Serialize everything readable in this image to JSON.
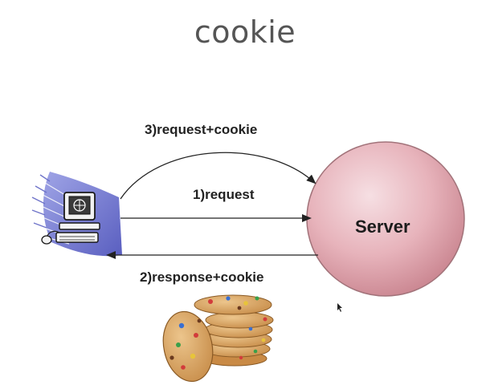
{
  "title": "cookie",
  "server": {
    "label": "Server"
  },
  "arrows": {
    "request_cookie": "3)request+cookie",
    "request": "1)request",
    "response_cookie": "2)response+cookie"
  },
  "icons": {
    "client": "computer-icon",
    "cookies": "cookie-stack-image"
  },
  "colors": {
    "server_fill": "#e3a9b2",
    "server_stroke": "#a2737a",
    "client_swoosh": "#6f74c9",
    "arrow": "#222222",
    "title": "#555555"
  }
}
